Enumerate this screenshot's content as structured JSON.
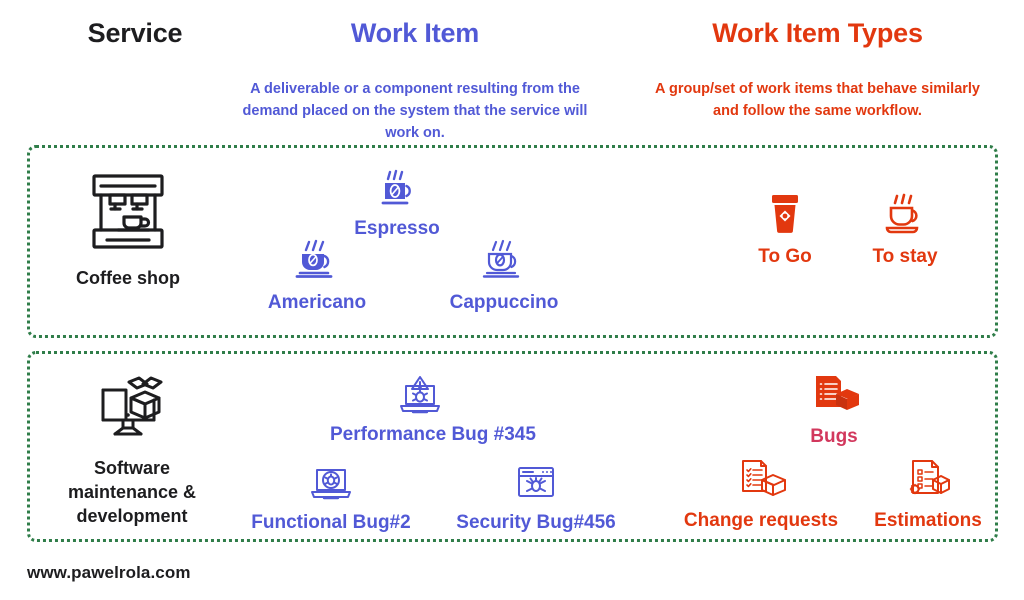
{
  "headers": [
    {
      "id": "service",
      "label": "Service",
      "color": "#1d1d1f"
    },
    {
      "id": "workitem",
      "label": "Work Item",
      "color": "#5159d6"
    },
    {
      "id": "witypes",
      "label": "Work Item Types",
      "color": "#e2380f"
    }
  ],
  "descriptions": {
    "work_item": "A deliverable or a component resulting from the demand placed on the system that the service will work on.",
    "work_item_types": "A group/set of work items that behave similarly and follow the same workflow."
  },
  "rows": [
    {
      "id": "coffee-shop",
      "service": {
        "label": "Coffee shop",
        "icon": "espresso-machine-icon"
      },
      "work_items": [
        {
          "label": "Espresso",
          "icon": "espresso-cup-icon"
        },
        {
          "label": "Americano",
          "icon": "americano-cup-icon"
        },
        {
          "label": "Cappuccino",
          "icon": "cappuccino-cup-icon"
        }
      ],
      "work_item_types": [
        {
          "label": "To Go",
          "icon": "takeaway-cup-icon"
        },
        {
          "label": "To stay",
          "icon": "cup-and-saucer-icon"
        }
      ]
    },
    {
      "id": "software-maintenance",
      "service": {
        "label": "Software maintenance & development",
        "icon": "monitor-package-icon"
      },
      "work_items": [
        {
          "label": "Performance Bug #345",
          "icon": "laptop-warning-icon"
        },
        {
          "label": "Functional Bug#2",
          "icon": "laptop-bug-icon"
        },
        {
          "label": "Security Bug#456",
          "icon": "browser-bug-icon"
        }
      ],
      "work_item_types": [
        {
          "label": "Bugs",
          "icon": "documents-box-icon",
          "color": "#d2385d"
        },
        {
          "label": "Change requests",
          "icon": "checklist-box-icon",
          "color": "#e2380f"
        },
        {
          "label": "Estimations",
          "icon": "estimation-doc-icon",
          "color": "#e2380f"
        }
      ]
    }
  ],
  "footer": {
    "url": "www.pawelrola.com"
  },
  "colors": {
    "dark": "#1d1d1f",
    "blue": "#5159d6",
    "red": "#e2380f",
    "pink": "#d2385d",
    "border_green": "#2f7d49",
    "background": "#ffffff"
  }
}
